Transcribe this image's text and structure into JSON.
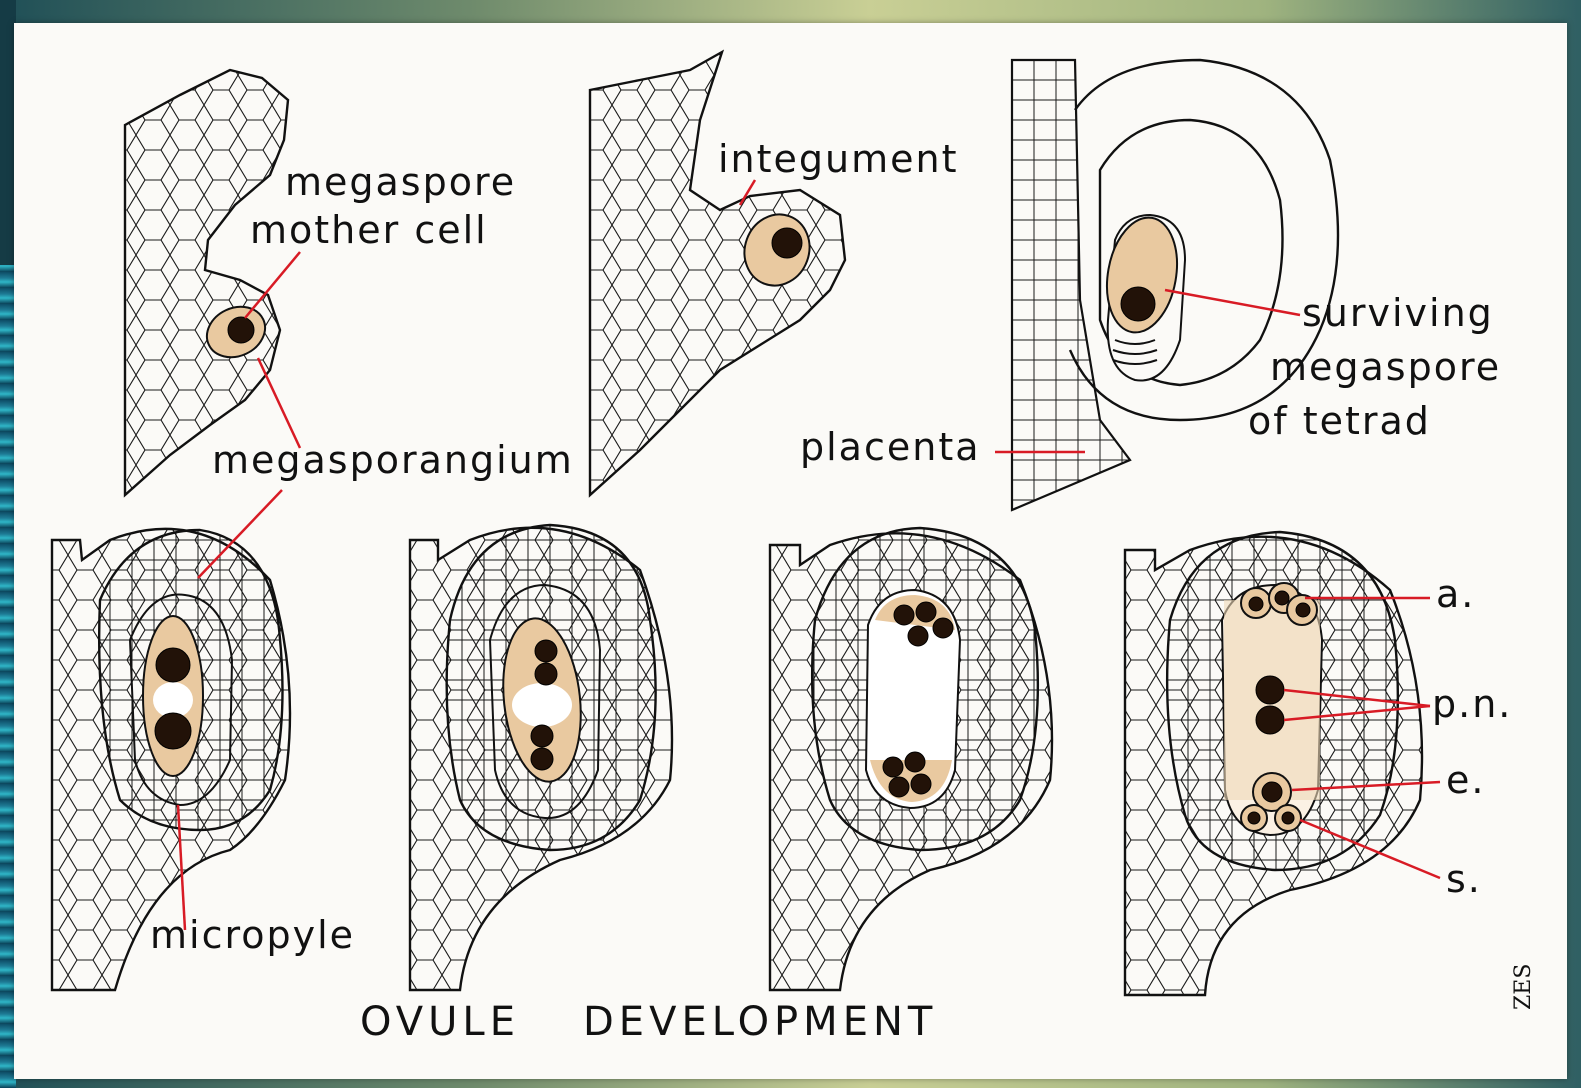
{
  "labels": {
    "megaspore_mother_cell_line1": "megaspore",
    "megaspore_mother_cell_line2": "mother cell",
    "integument": "integument",
    "surviving_line1": "surviving",
    "surviving_line2": "megaspore",
    "surviving_line3": "of tetrad",
    "placenta": "placenta",
    "megasporangium": "megasporangium",
    "micropyle": "micropyle",
    "antipodals": "a.",
    "polar_nuclei": "p.n.",
    "egg": "e.",
    "synergids": "s."
  },
  "title": {
    "word1": "OVULE",
    "word2": "DEVELOPMENT"
  },
  "signature": "ZES",
  "colors": {
    "paper": "#fbfaf7",
    "sac_fill": "#e9c9a0",
    "nucleus": "#221208",
    "leader_lines": "#d81b25",
    "ink": "#111111"
  }
}
